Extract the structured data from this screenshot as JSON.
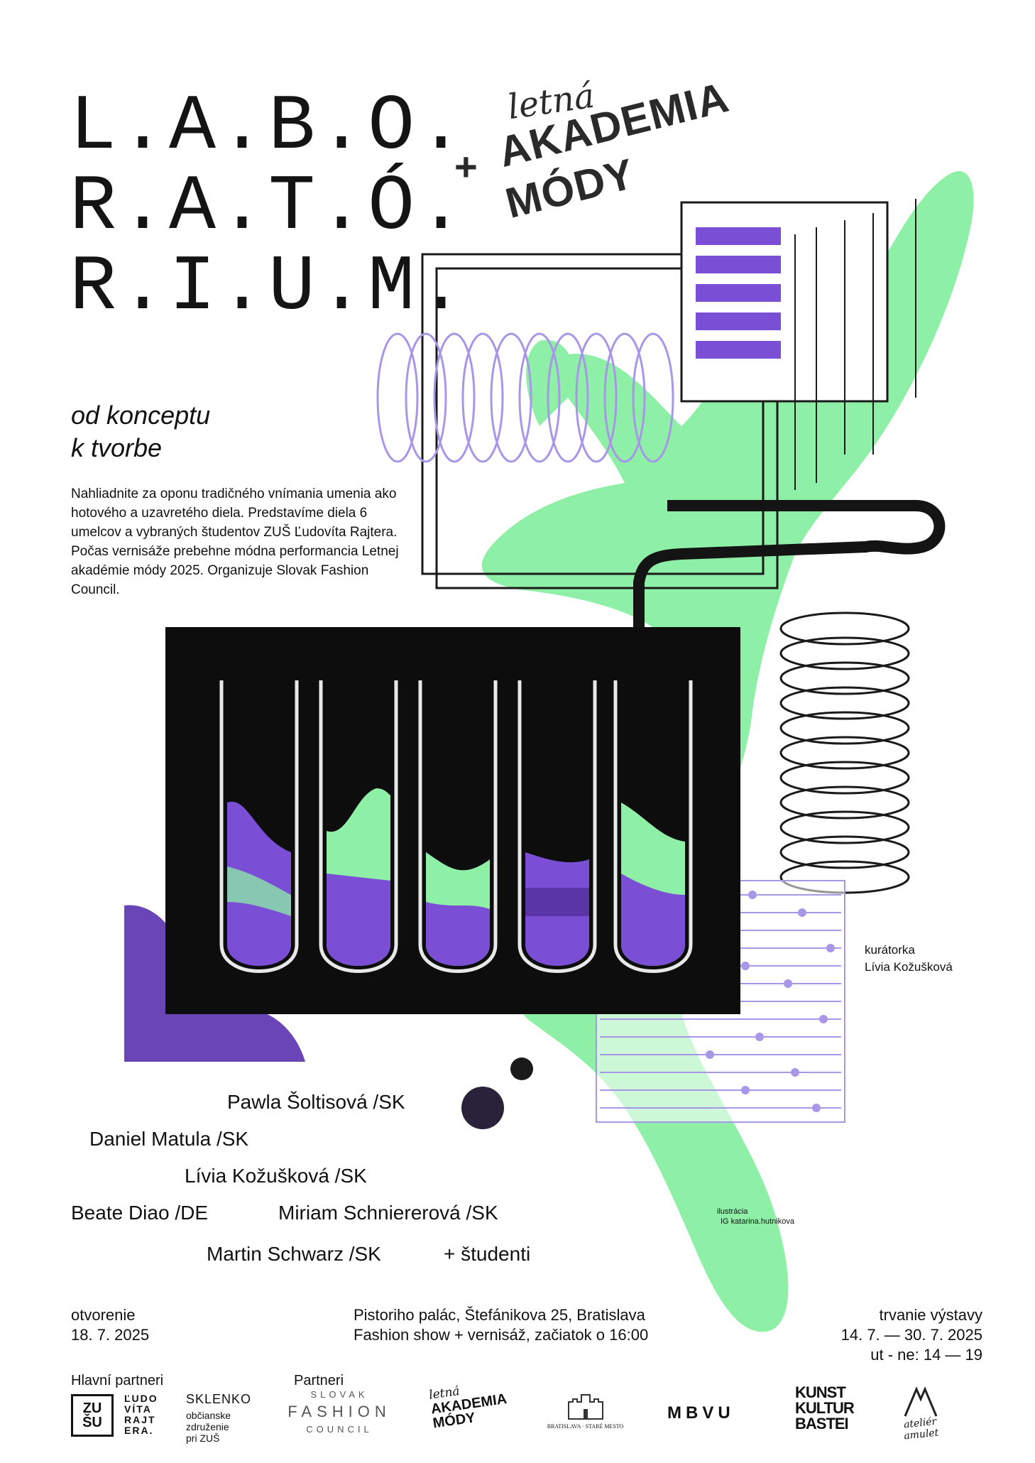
{
  "title": {
    "line1": "L.A.B.O.",
    "line2": "R.A.T.Ó.",
    "line3": "R.I.U.M."
  },
  "badge": {
    "script": "letná",
    "plus": "+",
    "line1": "AKADEMIA",
    "line2": "MÓDY"
  },
  "subtitle": {
    "line1": "od konceptu",
    "line2": "k tvorbe"
  },
  "description": "Nahliadnite za oponu tradičného vnímania umenia ako hotového a uzavretého diela. Predstavíme diela 6 umelcov a vybraných študentov ZUŠ Ľudovíta Rajtera. Počas vernisáže prebehne módna performancia Letnej akadémie módy 2025. Organizuje Slovak Fashion Council.",
  "curator": {
    "label": "kurátorka",
    "name": "Lívia Kožušková"
  },
  "illustration": {
    "label": "ilustrácia",
    "handle": "IG katarina.hutnikova"
  },
  "artists": [
    "Pawla Šoltisová /SK",
    "Daniel Matula /SK",
    "Lívia Kožušková /SK",
    "Beate Diao /DE",
    "Miriam Schniererová /SK",
    "Martin Schwarz /SK",
    "+ študenti"
  ],
  "opening": {
    "label": "otvorenie",
    "date": "18. 7. 2025"
  },
  "venue": {
    "line1": "Pistoriho palác, Štefánikova 25, Bratislava",
    "line2": "Fashion show + vernisáž, začiatok o 16:00"
  },
  "duration": {
    "label": "trvanie výstavy",
    "dates": "14. 7. — 30. 7. 2025",
    "hours": "ut - ne: 14 — 19"
  },
  "partners": {
    "main_label": "Hlavní partneri",
    "partners_label": "Partneri",
    "zus_mark": "ZU ŠU",
    "zus_words": [
      "ĽUDO",
      "VÍTA",
      "RAJT",
      "ERA."
    ],
    "sklenko_title": "SKLENKO",
    "sklenko_sub": [
      "občianske",
      "združenie",
      "pri ZUŠ"
    ],
    "sfc": [
      "SLOVAK",
      "FASHION",
      "COUNCIL"
    ],
    "lam_script": "letná",
    "lam": [
      "AKADEMIA",
      "MÓDY"
    ],
    "staremesto": "BRATISLAVA · STARÉ MESTO",
    "mbvu": "MBVU",
    "kunst": [
      "KUNST",
      "KULTUR",
      "BASTEI"
    ],
    "amulet": "ateliér amulet"
  },
  "colors": {
    "green": "#8ef0a6",
    "purple": "#7a4fd6",
    "lilac": "#a896e8",
    "black": "#0d0d0d"
  }
}
